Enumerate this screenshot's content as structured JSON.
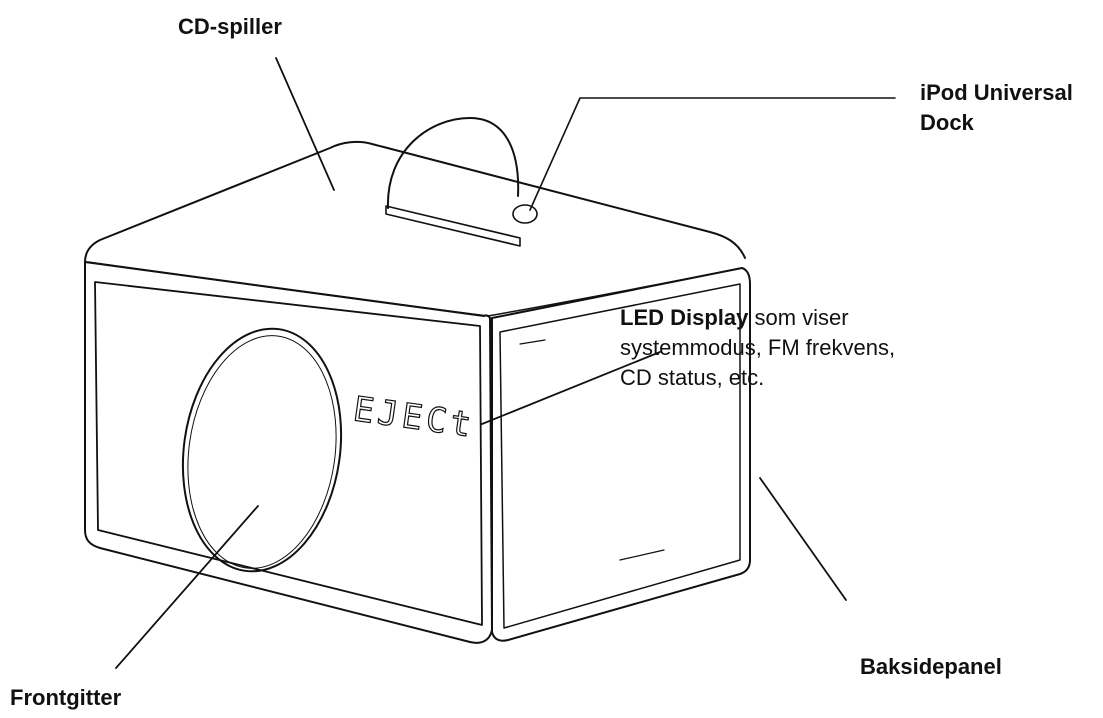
{
  "labels": {
    "cd_player": "CD-spiller",
    "ipod_dock_line1": "iPod Universal",
    "ipod_dock_line2": "Dock",
    "led_title": "LED Display",
    "led_line1_rest": " som viser",
    "led_line2": "systemmodus, FM frekvens,",
    "led_line3": "CD status, etc.",
    "back_panel": "Baksidepanel",
    "front_grille": "Frontgitter"
  },
  "display_text": "EJECt",
  "colors": {
    "line": "#111111",
    "background": "#ffffff"
  }
}
